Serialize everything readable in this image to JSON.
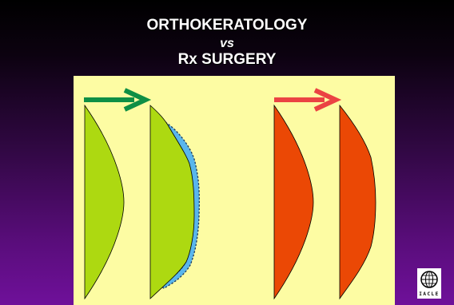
{
  "title": {
    "line1": "ORTHOKERATOLOGY",
    "line2": "vs",
    "line3": "Rx SURGERY"
  },
  "colors": {
    "background_top": "#000000",
    "background_bottom": "#6f109a",
    "panel": "#fdfca3",
    "ortho_lens": "#add911",
    "ortho_arrow": "#0e8f45",
    "contact_lens": "#59b6ec",
    "surgery_lens": "#eb4805",
    "surgery_arrow": "#eb4343"
  },
  "logo": {
    "text": "IACLE"
  }
}
